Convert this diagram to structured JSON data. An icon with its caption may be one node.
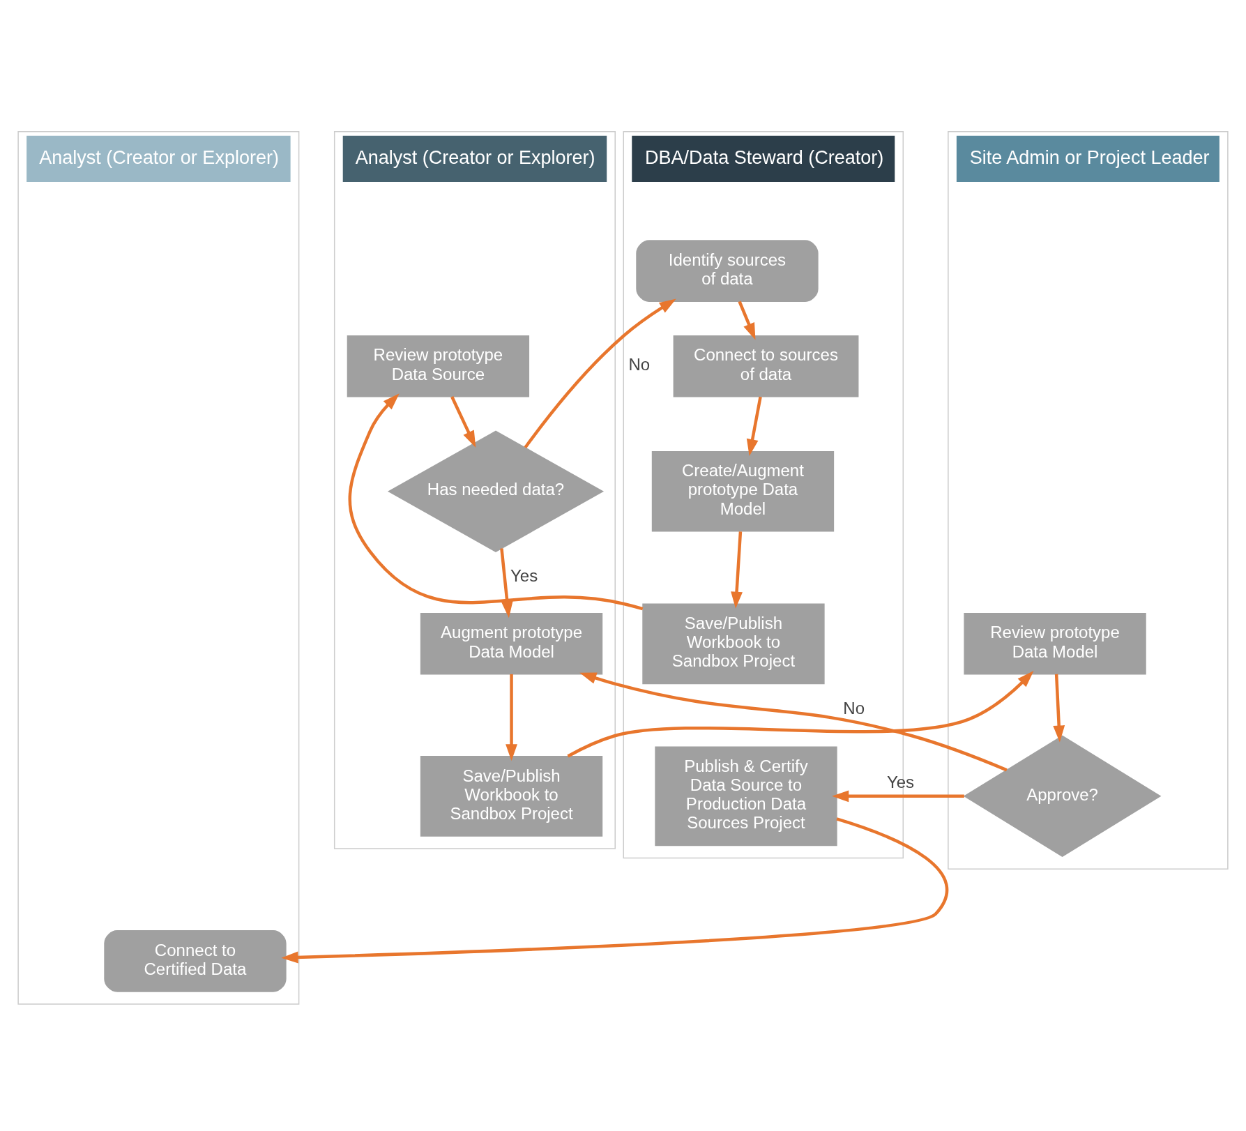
{
  "diagram": {
    "nodes": [
      {
        "text": [
          "DBA/Data Steward (Creator)"
        ]
      },
      {
        "text": [
          "Analyst (Creator or Explorer)"
        ]
      },
      {
        "text": [
          "Site Admin or Project Leader"
        ]
      },
      {
        "text": [
          "Analyst (Creator or Explorer)"
        ]
      },
      {
        "text": [
          "Identify sources of data"
        ],
        "in": 0
      },
      {
        "text": [
          "Connect to sources of data"
        ],
        "in": 0
      },
      {
        "text": [
          "Create/Augment prototype Data Model"
        ],
        "in": 0
      },
      {
        "text": [
          "Save/Publish Workbook to Sandbox Project"
        ],
        "in": 0
      },
      {
        "text": [
          "Publish & Certify Data Source to Production Data Sources Project"
        ],
        "in": 0
      },
      {
        "text": [
          "Review prototype Data Source"
        ],
        "in": 1
      },
      {
        "text": [
          "Has needed data?"
        ],
        "in": 1
      },
      {
        "text": [
          "Augment prototype Data Model"
        ],
        "in": 1
      },
      {
        "text": [
          "Save/Publish Workbook to Sandbox Project"
        ],
        "in": 1
      },
      {
        "text": [
          "Review prototype Data Model"
        ],
        "in": 2
      },
      {
        "text": [
          "Approve?"
        ],
        "in": 2
      },
      {
        "text": [
          "Connect to Certified Data"
        ],
        "in": 3
      }
    ],
    "edges": [
      {
        "from": 4,
        "to": 5,
        "arrow": "to"
      },
      {
        "from": 5,
        "to": 6,
        "arrow": "to"
      },
      {
        "from": 6,
        "to": 7,
        "arrow": "to"
      },
      {
        "from": 7,
        "to": 9,
        "arrow": "to"
      },
      {
        "from": 9,
        "to": 10,
        "arrow": "to"
      },
      {
        "from": 10,
        "to": 4,
        "label": "No",
        "arrow": "to"
      },
      {
        "from": 10,
        "to": 11,
        "label": "Yes",
        "arrow": "to"
      },
      {
        "from": 11,
        "to": 12,
        "arrow": "to"
      },
      {
        "from": 12,
        "to": 13,
        "arrow": "to"
      },
      {
        "from": 13,
        "to": 14,
        "arrow": "to"
      },
      {
        "from": 14,
        "to": 11,
        "label": "No",
        "arrow": "to"
      },
      {
        "from": 14,
        "to": 8,
        "label": "Yes",
        "arrow": "to"
      },
      {
        "from": 8,
        "to": 15,
        "arrow": "to"
      }
    ]
  }
}
